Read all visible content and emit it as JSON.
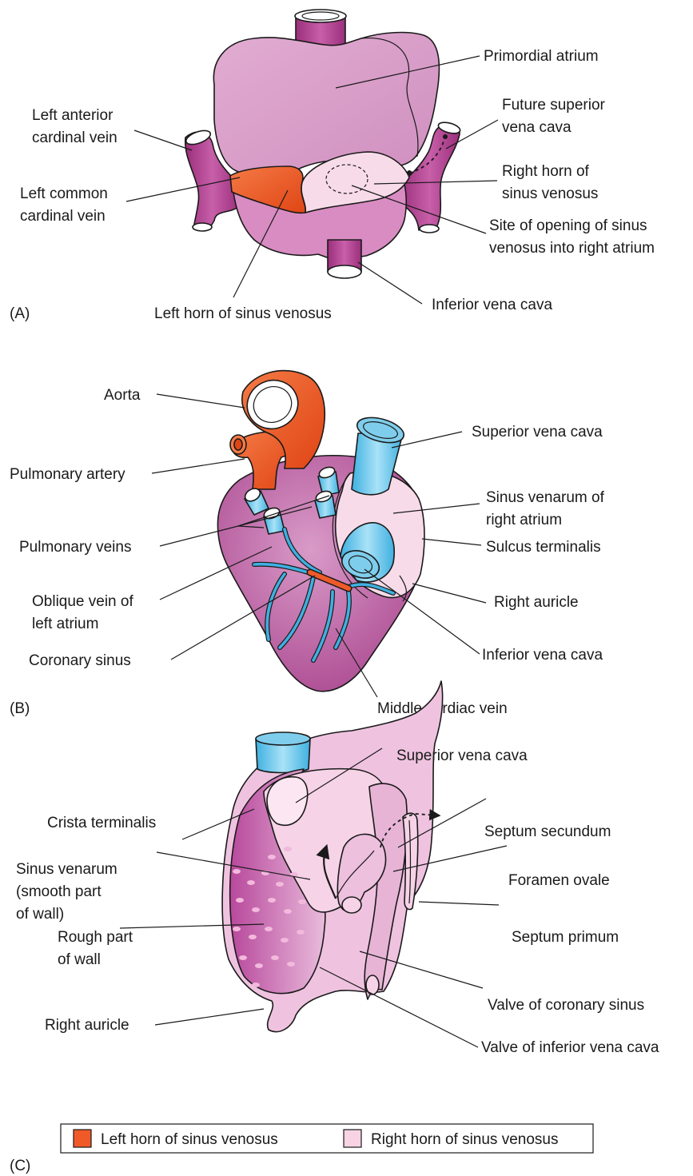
{
  "panelA": {
    "letter": "(A)",
    "labels": {
      "primordial_atrium": "Primordial atrium",
      "left_anterior_cardinal_1": "Left anterior",
      "left_anterior_cardinal_2": "cardinal vein",
      "future_svc_1": "Future superior",
      "future_svc_2": "vena cava",
      "right_horn_1": "Right horn of",
      "right_horn_2": "sinus venosus",
      "left_common_cardinal_1": "Left common",
      "left_common_cardinal_2": "cardinal vein",
      "site_opening_1": "Site of opening of sinus",
      "site_opening_2": "venosus into right atrium",
      "inferior_vena_cava": "Inferior vena cava",
      "left_horn": "Left horn of sinus venosus"
    }
  },
  "panelB": {
    "letter": "(B)",
    "labels": {
      "aorta": "Aorta",
      "superior_vena_cava": "Superior vena cava",
      "pulmonary_artery": "Pulmonary artery",
      "sinus_venarum_1": "Sinus venarum of",
      "sinus_venarum_2": "right atrium",
      "pulmonary_veins": "Pulmonary veins",
      "sulcus_terminalis": "Sulcus terminalis",
      "oblique_vein_1": "Oblique vein of",
      "oblique_vein_2": "left atrium",
      "right_auricle": "Right auricle",
      "coronary_sinus": "Coronary sinus",
      "inferior_vena_cava": "Inferior vena cava",
      "middle_cardiac_vein": "Middle cardiac vein"
    }
  },
  "panelC": {
    "letter": "(C)",
    "labels": {
      "superior_vena_cava": "Superior vena cava",
      "crista_terminalis": "Crista terminalis",
      "septum_secundum": "Septum secundum",
      "sinus_venarum_1": "Sinus venarum",
      "sinus_venarum_2": "(smooth part",
      "sinus_venarum_3": "of wall)",
      "foramen_ovale": "Foramen ovale",
      "septum_primum": "Septum primum",
      "rough_part_1": "Rough part",
      "rough_part_2": "of wall",
      "valve_coronary_sinus": "Valve of coronary sinus",
      "right_auricle": "Right auricle",
      "valve_ivc": "Valve of inferior vena cava"
    }
  },
  "legend": {
    "items": [
      {
        "label": "Left horn of sinus venosus",
        "color": "#f05a28"
      },
      {
        "label": "Right horn of sinus venosus",
        "color": "#f7d3e4"
      }
    ]
  },
  "colors": {
    "atrium": "#dca3c9",
    "vein_dark": "#b2418f",
    "left_horn": "#f05a28",
    "right_horn": "#f8dbe9",
    "blue": "#7fcdec",
    "heart": "#c674b0"
  }
}
